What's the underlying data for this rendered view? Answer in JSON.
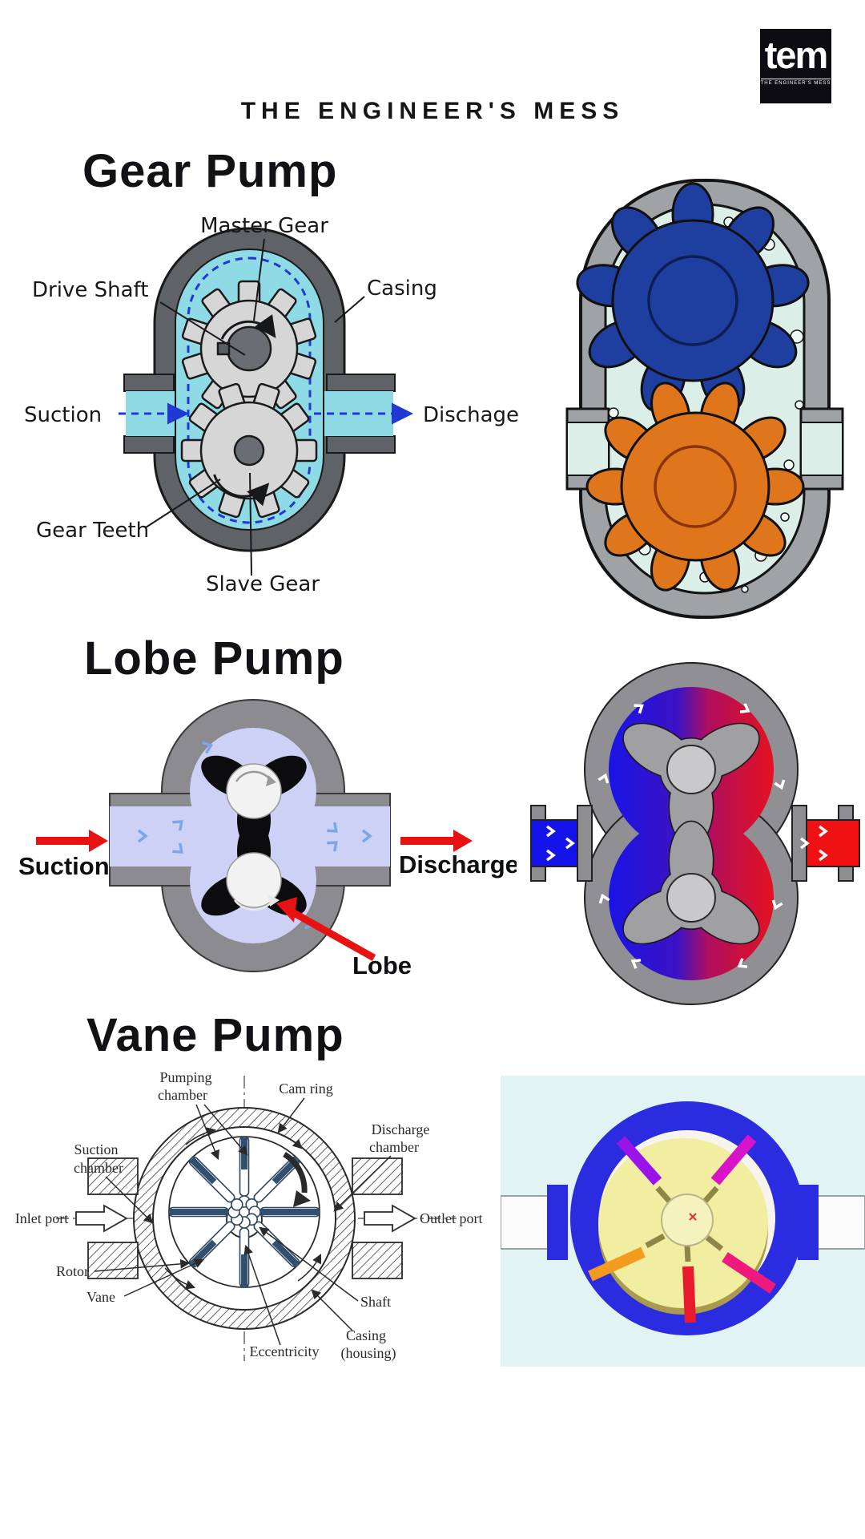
{
  "header": {
    "title": "THE ENGINEER'S MESS",
    "logo": {
      "text": "tem",
      "tagline": "THE ENGINEER'S MESS"
    }
  },
  "sections": {
    "gear_pump": {
      "heading": "Gear Pump",
      "diagram_labels": {
        "master_gear": "Master Gear",
        "drive_shaft": "Drive Shaft",
        "casing": "Casing",
        "suction": "Suction",
        "discharge": "Dischage",
        "gear_teeth": "Gear Teeth",
        "slave_gear": "Slave Gear"
      }
    },
    "lobe_pump": {
      "heading": "Lobe Pump",
      "diagram_labels": {
        "suction": "Suction",
        "discharge": "Discharge",
        "lobe": "Lobe"
      }
    },
    "vane_pump": {
      "heading": "Vane Pump",
      "diagram_labels": {
        "pumping_chamber_line1": "Pumping",
        "pumping_chamber_line2": "chamber",
        "cam_ring": "Cam ring",
        "discharge_chamber_line1": "Discharge",
        "discharge_chamber_line2": "chamber",
        "suction_chamber_line1": "Suction",
        "suction_chamber_line2": "chamber",
        "inlet_port": "Inlet port",
        "outlet_port": "Outlet port",
        "rotor": "Rotor",
        "vane": "Vane",
        "shaft": "Shaft",
        "eccentricity": "Eccentricity",
        "casing_line1": "Casing",
        "casing_line2": "(housing)"
      }
    }
  },
  "colors": {
    "gear_fluid_cyan": "#8edbe6",
    "flow_dash_blue": "#2238d4",
    "gear_right_fluid": "#dceee8",
    "gear_right_blue": "#1e3fa0",
    "gear_right_orange": "#e0761c",
    "lobe_fluid_lavender": "#cdd1f5",
    "lobe_arrow_red": "#e81212",
    "lobe_flow_blue": "#7aa7ea",
    "lobe_right_blue": "#1414ea",
    "lobe_right_red": "#f01212",
    "vane_slat_dark": "#32506e",
    "vane_right_bg": "#e1f3f2",
    "vane_right_ring_blue": "#2b2bdf",
    "vane_right_rotor_yellow": "#f1eda1",
    "vane_right_rotor_shadow": "#a89a4e",
    "vane_right_vane_purple": "#9b13e8",
    "vane_right_vane_magenta": "#d714c8",
    "vane_right_vane_orange": "#f29b1d",
    "vane_right_vane_red": "#ea1a2e",
    "vane_right_vane_pink": "#ee1a7c"
  }
}
